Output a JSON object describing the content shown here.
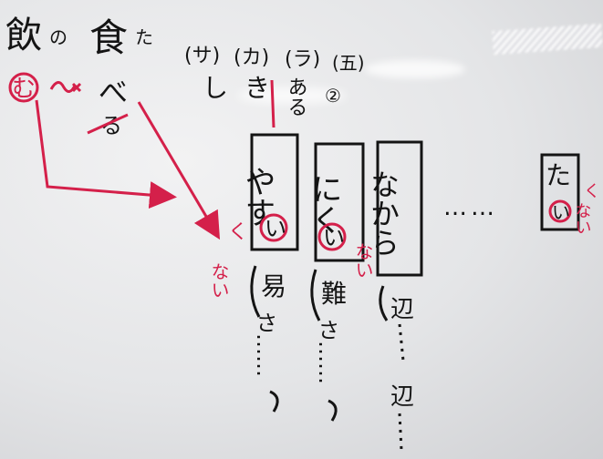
{
  "colors": {
    "chalk": "#141414",
    "red_marker": "#d4204a",
    "board": "#e6e7e9"
  },
  "heading": {
    "nomu_kanji": "飲",
    "nomu_okurigana": "の",
    "taberu_kanji": "食",
    "taberu_okurigana": "た",
    "stem_red": "む",
    "taberu_kana": "べ",
    "taberu_struck": "る"
  },
  "conjugation_row": {
    "groups": [
      "(サ)",
      "(カ)",
      "(ラ)",
      "(五)"
    ],
    "shiki": "しき",
    "aru": "ある",
    "circle_two": "②"
  },
  "boxes": [
    {
      "kana": "やす",
      "circled": "い",
      "note_kanji": [
        "易"
      ],
      "note_kana": "さ……"
    },
    {
      "kana": "にく",
      "circled": "い",
      "note_kanji": [
        "難"
      ],
      "note_kana": "さ……"
    },
    {
      "kana": "なから",
      "note_kanji": [
        "辺",
        "辺"
      ]
    },
    {
      "kana": "た",
      "circled": "い"
    }
  ],
  "dots": "……",
  "red_labels": {
    "ku": "く",
    "nai": "ない"
  }
}
